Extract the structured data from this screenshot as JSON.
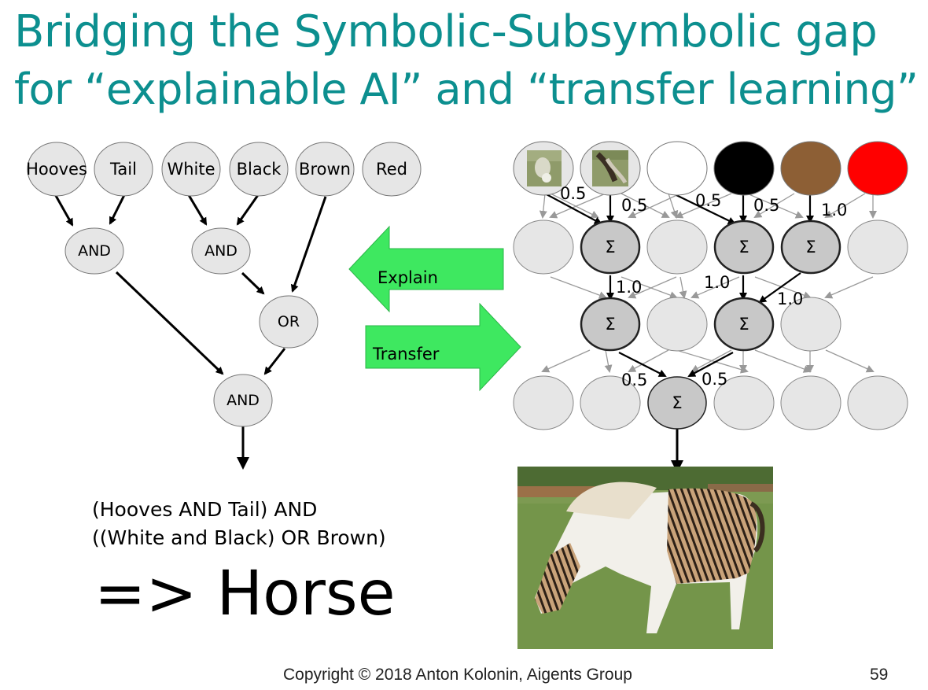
{
  "title": {
    "line1": "Bridging the Symbolic-Subsymbolic gap",
    "line2": "for “explainable AI” and “transfer learning”"
  },
  "symbolic": {
    "inputs": [
      "Hooves",
      "Tail",
      "White",
      "Black",
      "Brown",
      "Red"
    ],
    "gates": [
      "AND",
      "AND",
      "OR",
      "AND"
    ],
    "rule_line1": "(Hooves AND Tail) AND",
    "rule_line2": "((White and Black) OR Brown)",
    "conclusion": "=> Horse"
  },
  "arrows": {
    "explain": "Explain",
    "transfer": "Transfer",
    "color": "#3ee860"
  },
  "network": {
    "sum_symbol": "Σ",
    "input_colors": [
      "#8f9b6a",
      "#8f9b6a",
      "#ffffff",
      "#000000",
      "#8d5f35",
      "#ff0000"
    ],
    "weights": [
      "0.5",
      "0.5",
      "0.5",
      "0.5",
      "1.0",
      "1.0",
      "1.0",
      "1.0",
      "0.5",
      "0.5"
    ]
  },
  "colors": {
    "title": "#0c8f8f",
    "node_fill": "#e6e6e6",
    "active_node": "#c8c8c8"
  },
  "footer": {
    "copyright": "Copyright © 2018 Anton Kolonin, Aigents Group",
    "page": "59"
  }
}
